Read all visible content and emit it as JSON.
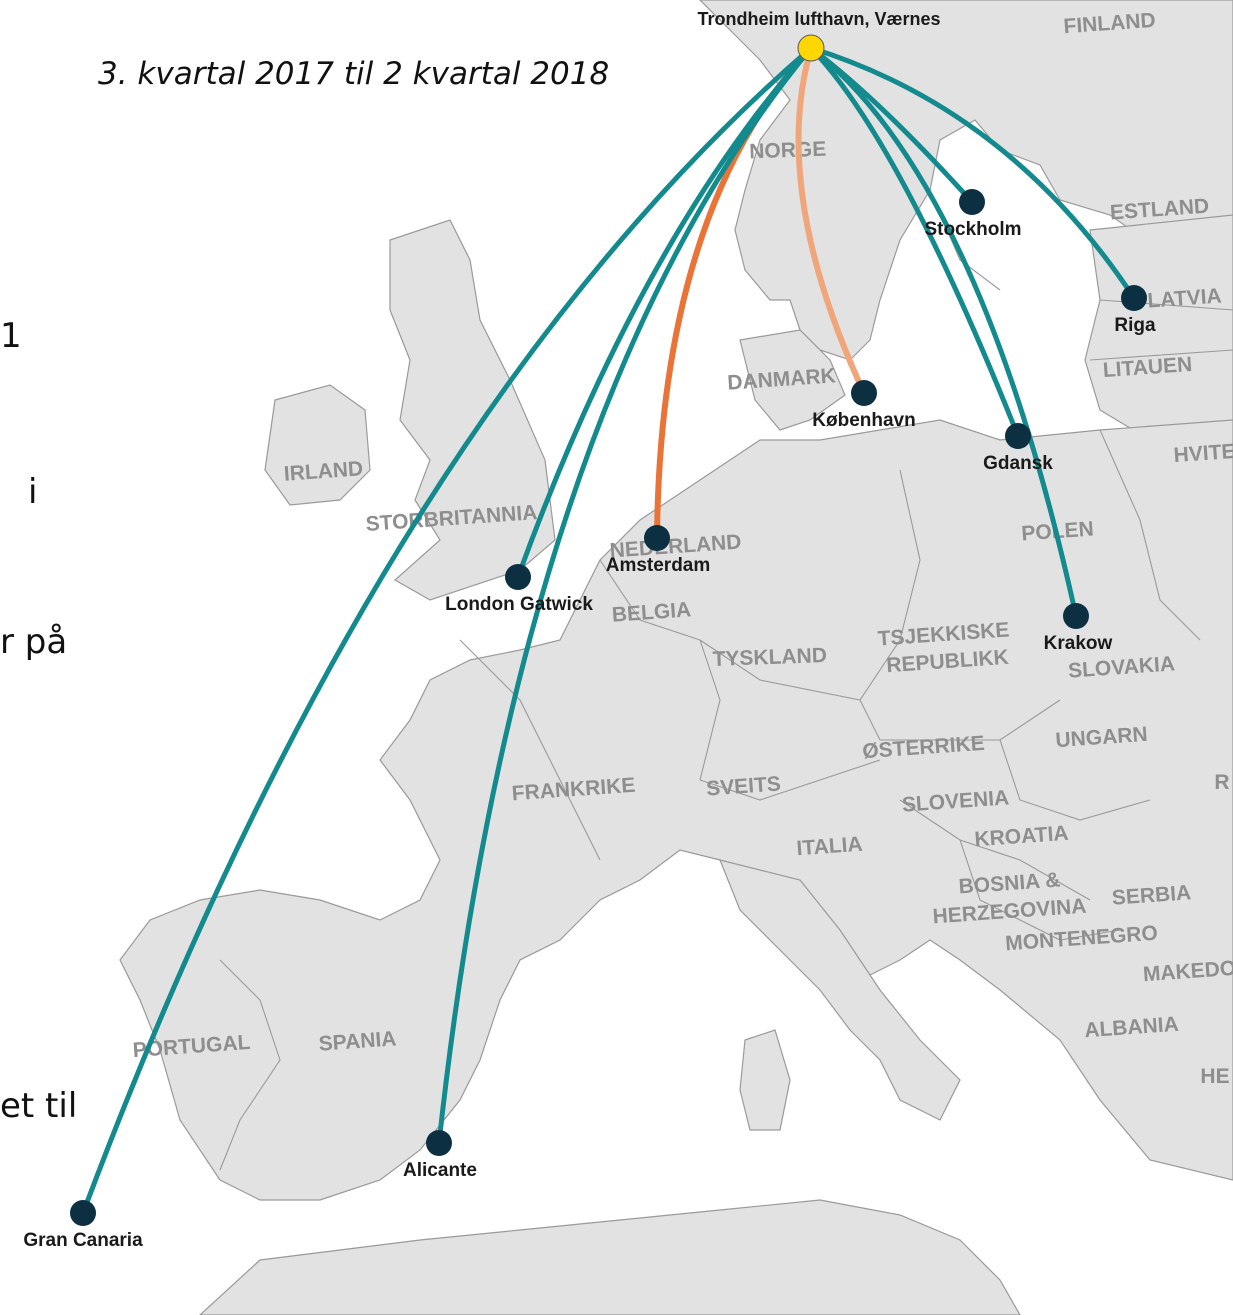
{
  "subtitle": "3. kvartal 2017 til 2 kvartal 2018",
  "side_text_fragments": [
    "1",
    "i",
    "r på",
    "et til"
  ],
  "colors": {
    "land": "#e2e2e2",
    "land_alt": "#ececec",
    "sea": "#ffffff",
    "border": "#9a9a9a",
    "route_teal": "#138a8d",
    "route_orange": "#ea7437",
    "route_light_orange": "#f0a67a",
    "airport_dot": "#0c3042",
    "hub_dot": "#ffd700"
  },
  "hub": {
    "name": "Trondheim lufthavn, Værnes"
  },
  "destinations": [
    {
      "name": "Stockholm",
      "route_color": "teal"
    },
    {
      "name": "Riga",
      "route_color": "teal"
    },
    {
      "name": "København",
      "route_color": "light_orange"
    },
    {
      "name": "Gdansk",
      "route_color": "teal"
    },
    {
      "name": "Krakow",
      "route_color": "teal"
    },
    {
      "name": "Amsterdam",
      "route_color": "orange"
    },
    {
      "name": "London Gatwick",
      "route_color": "teal"
    },
    {
      "name": "Alicante",
      "route_color": "teal"
    },
    {
      "name": "Gran Canaria",
      "route_color": "teal"
    }
  ],
  "countries": [
    "FINLAND",
    "NORGE",
    "ESTLAND",
    "LATVIA",
    "LITAUEN",
    "HVITE",
    "DANMARK",
    "IRLAND",
    "STORBRITANNIA",
    "NEDERLAND",
    "BELGIA",
    "POLEN",
    "TSJEKKISKE",
    "REPUBLIKK",
    "TYSKLAND",
    "SLOVAKIA",
    "ØSTERRIKE",
    "UNGARN",
    "R",
    "FRANKRIKE",
    "SVEITS",
    "SLOVENIA",
    "ITALIA",
    "KROATIA",
    "BOSNIA &",
    "HERZEGOVINA",
    "SERBIA",
    "MONTENEGRO",
    "MAKEDO",
    "ALBANIA",
    "HE",
    "PORTUGAL",
    "SPANIA"
  ]
}
